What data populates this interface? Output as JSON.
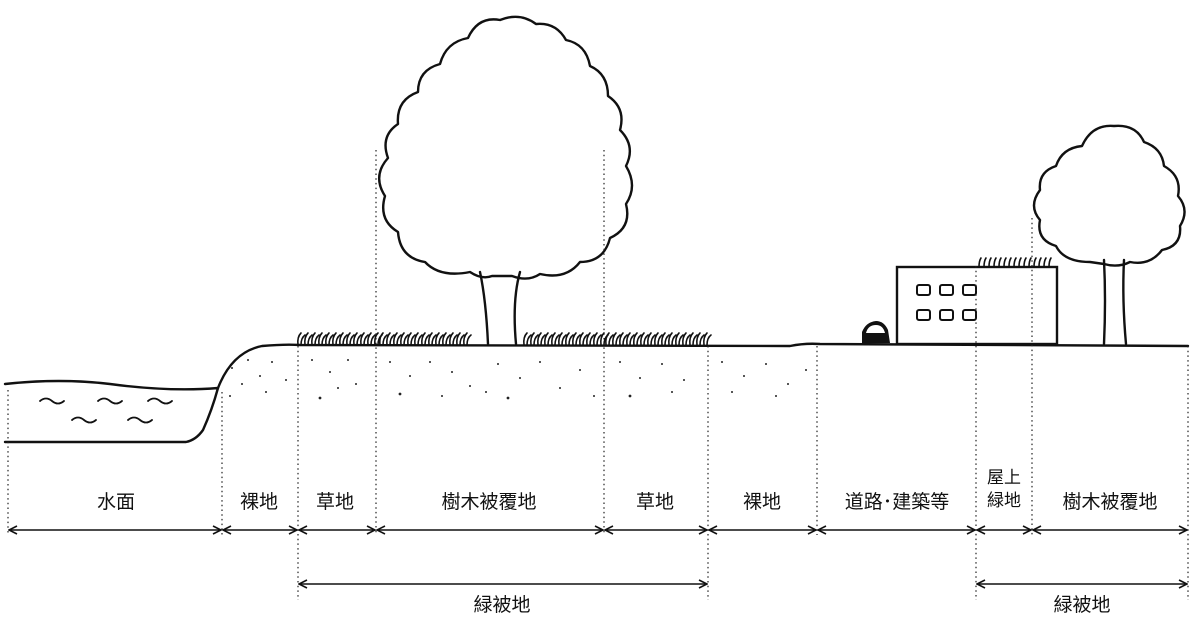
{
  "zones": {
    "water": "水面",
    "bare_left": "裸地",
    "grass_left": "草地",
    "tree_cover_center": "樹木被覆地",
    "grass_right": "草地",
    "bare_right": "裸地",
    "road_building": "道路･建築等",
    "rooftop_green_line1": "屋上",
    "rooftop_green_line2": "緑地",
    "tree_cover_right": "樹木被覆地"
  },
  "green_area": {
    "left": "緑被地",
    "right": "緑被地"
  }
}
